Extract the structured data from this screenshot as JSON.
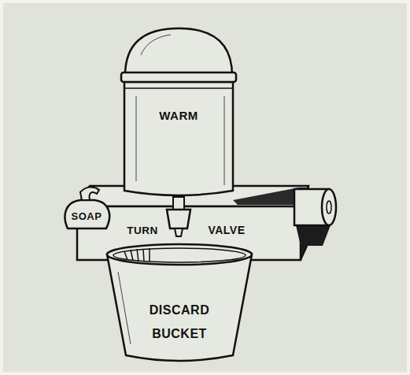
{
  "diagram": {
    "nodes": [
      {
        "text": [
          "WARM"
        ]
      },
      {
        "text": [
          "SOAP"
        ]
      },
      {
        "text": [
          "TURN",
          "VALVE"
        ]
      },
      {
        "text": [
          "DISCARD BUCKET"
        ]
      }
    ]
  }
}
